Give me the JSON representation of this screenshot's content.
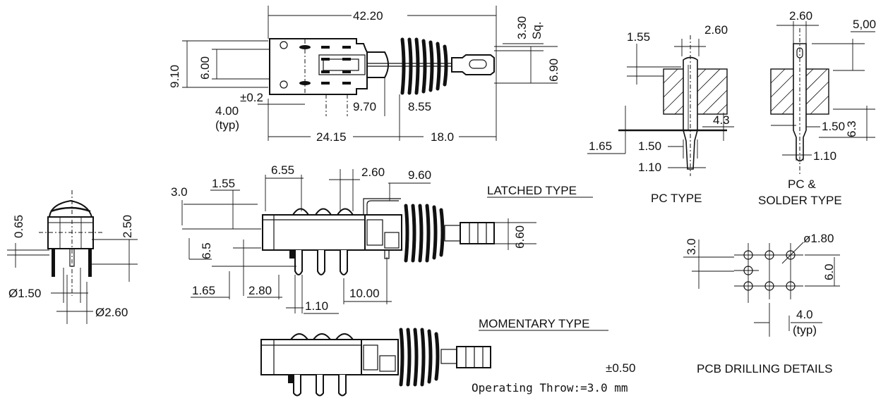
{
  "dimensions": {
    "top_length": "42.20",
    "top_sq_value": "3.30",
    "top_sq_unit": "Sq.",
    "top_h_outer": "9.10",
    "top_h_inner": "6.00",
    "top_tol": "±0.2",
    "top_pitch": "4.00",
    "top_pitch_note": "(typ)",
    "top_9_70": "9.70",
    "top_8_55": "8.55",
    "top_6_90": "6.90",
    "top_24_15": "24.15",
    "top_18_0": "18.0",
    "side_0_65": "0.65",
    "side_2_50": "2.50",
    "side_d150": "Ø1.50",
    "side_d260": "Ø2.60",
    "lat_6_55": "6.55",
    "lat_3_0": "3.0",
    "lat_1_55": "1.55",
    "lat_2_60": "2.60",
    "lat_9_60": "9.60",
    "lat_6_60": "6.60",
    "lat_6_5": "6.5",
    "lat_1_65": "1.65",
    "lat_2_80": "2.80",
    "lat_1_10": "1.10",
    "lat_10_00": "10.00",
    "pc_1_55": "1.55",
    "pc_2_60": "2.60",
    "pc_4_3": "4.3",
    "pc_1_65": "1.65",
    "pc_1_50": "1.50",
    "pc_1_10": "1.10",
    "ps_2_60": "2.60",
    "ps_5_00": "5,00",
    "ps_1_50": "1.50",
    "ps_6_3": "6.3",
    "ps_1_10": "1.10",
    "pcb_3_0": "3.0",
    "pcb_d180": "ø1.80",
    "pcb_6_0": "6.0",
    "pcb_4_0": "4.0",
    "pcb_typ": "(typ)",
    "throw_tol": "±0.50"
  },
  "labels": {
    "latched": "LATCHED TYPE",
    "momentary": "MOMENTARY TYPE",
    "pc_type": "PC TYPE",
    "pc_solder_1": "PC &",
    "pc_solder_2": "SOLDER TYPE",
    "pcb_details": "PCB DRILLING DETAILS",
    "operating_throw": "Operating Throw:=3.0 mm"
  }
}
